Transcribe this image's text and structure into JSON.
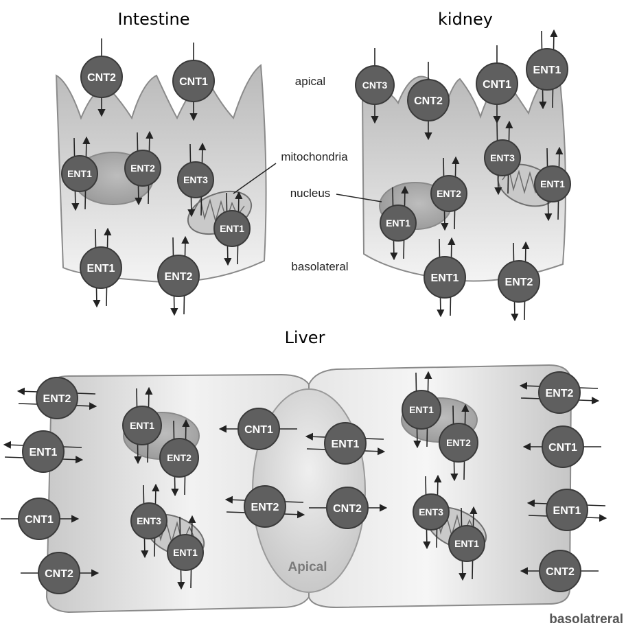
{
  "titles": {
    "intestine": "Intestine",
    "kidney": "kidney",
    "liver": "Liver"
  },
  "labels": {
    "apical": "apical",
    "mitochondria": "mitochondria",
    "nucleus": "nucleus",
    "basolateral": "basolateral",
    "liver_apical": "Apical",
    "liver_basolateral": "basolatreral"
  },
  "colors": {
    "transporter_fill": "#5f5f5f",
    "transporter_stroke": "#3a3a3a",
    "cell_fill": "#c4c4c4",
    "cell_stroke": "#8a8a8a",
    "nucleus_fill": "#a9a9a9",
    "arrow": "#222222"
  },
  "transporters": {
    "intestine": [
      "CNT2",
      "CNT1",
      "ENT1",
      "ENT2",
      "ENT3",
      "ENT1",
      "ENT1",
      "ENT2"
    ],
    "kidney": [
      "CNT3",
      "CNT2",
      "CNT1",
      "ENT1",
      "ENT3",
      "ENT1",
      "ENT2",
      "ENT1",
      "ENT1",
      "ENT2"
    ],
    "liver": [
      "ENT2",
      "ENT1",
      "CNT1",
      "CNT2",
      "ENT1",
      "ENT2",
      "ENT3",
      "ENT1",
      "CNT1",
      "ENT2",
      "ENT1",
      "CNT2",
      "ENT1",
      "ENT2",
      "ENT3",
      "ENT1",
      "ENT2",
      "CNT1",
      "ENT1",
      "CNT2"
    ]
  }
}
